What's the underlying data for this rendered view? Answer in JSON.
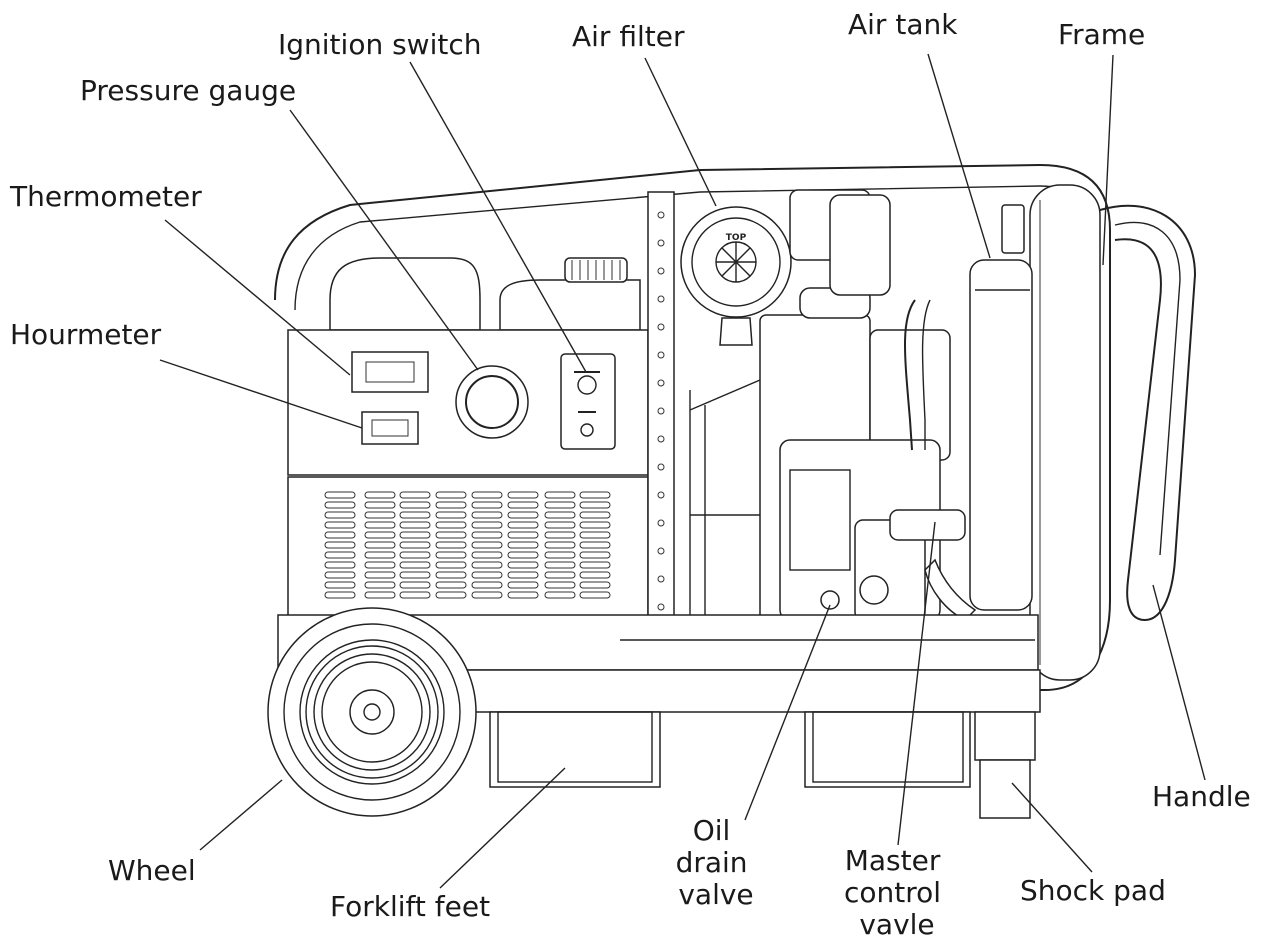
{
  "labels": {
    "ignition_switch": "Ignition switch",
    "air_filter": "Air filter",
    "air_tank": "Air tank",
    "frame": "Frame",
    "pressure_gauge": "Pressure gauge",
    "thermometer": "Thermometer",
    "hourmeter": "Hourmeter",
    "handle": "Handle",
    "wheel": "Wheel",
    "forklift_feet": "Forklift feet",
    "oil_drain_valve": [
      "Oil",
      "drain",
      "valve"
    ],
    "master_control_valve": [
      "Master",
      "control",
      "vavle"
    ],
    "shock_pad": "Shock pad"
  },
  "filter_badge": "TOP"
}
